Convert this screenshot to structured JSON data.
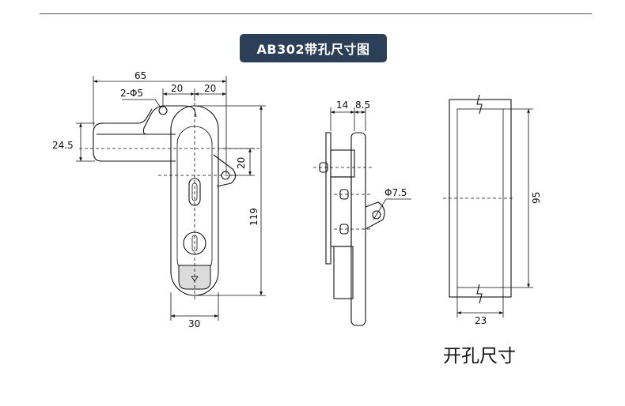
{
  "header": {
    "title": "AB302带孔尺寸图"
  },
  "front_view": {
    "dims": {
      "overall_width": "65",
      "hole_spec": "2-Φ5",
      "hole_offset_left": "20",
      "hole_offset_right": "20",
      "arm_height": "24.5",
      "hole_vertical": "20",
      "overall_height": "119",
      "body_width": "30"
    }
  },
  "side_view": {
    "dims": {
      "depth_a": "14",
      "depth_b": "8.5",
      "padlock_hole": "Φ7.5"
    }
  },
  "cutout_view": {
    "dims": {
      "height": "95",
      "width": "23"
    },
    "caption": "开孔尺寸"
  },
  "colors": {
    "badge": "#2b3f58",
    "line": "#111111",
    "shade": "#dcdcdc"
  }
}
